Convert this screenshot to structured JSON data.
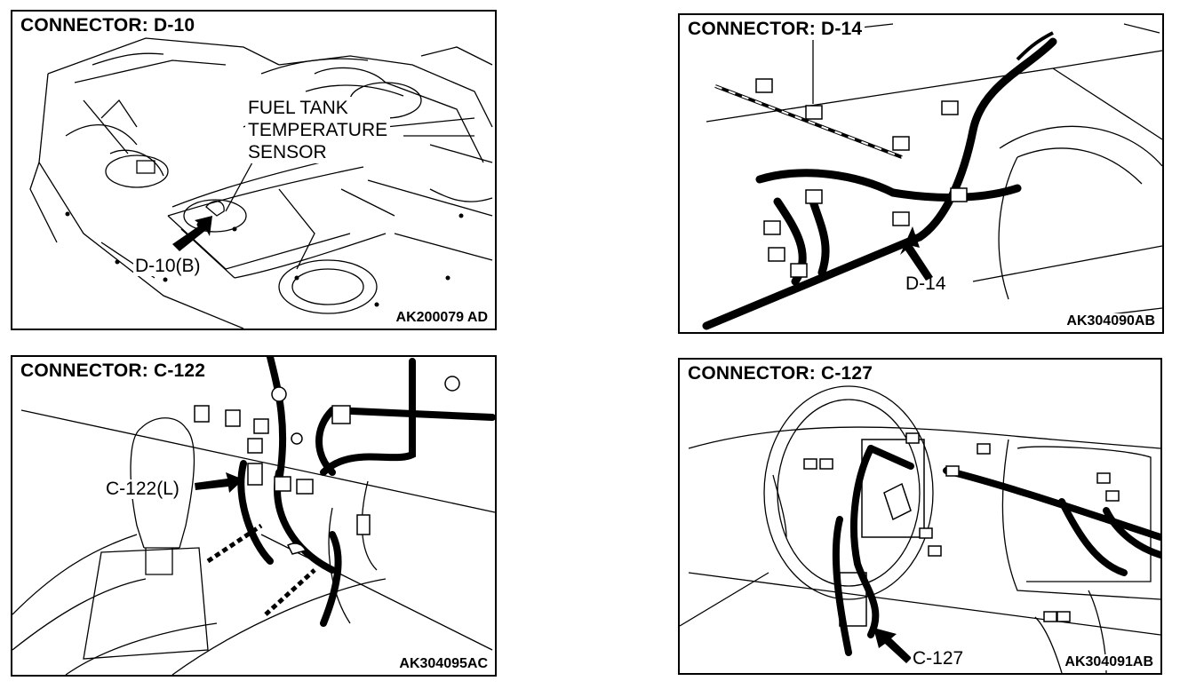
{
  "panels": [
    {
      "title": "CONNECTOR: D-10",
      "code": "AK200079 AD",
      "callout": "D-10(B)",
      "sensor_lines": [
        "FUEL TANK",
        "TEMPERATURE",
        "SENSOR"
      ]
    },
    {
      "title": "CONNECTOR: D-14",
      "code": "AK304090AB",
      "callout": "D-14"
    },
    {
      "title": "CONNECTOR: C-122",
      "code": "AK304095AC",
      "callout": "C-122(L)"
    },
    {
      "title": "CONNECTOR: C-127",
      "code": "AK304091AB",
      "callout": "C-127"
    }
  ]
}
